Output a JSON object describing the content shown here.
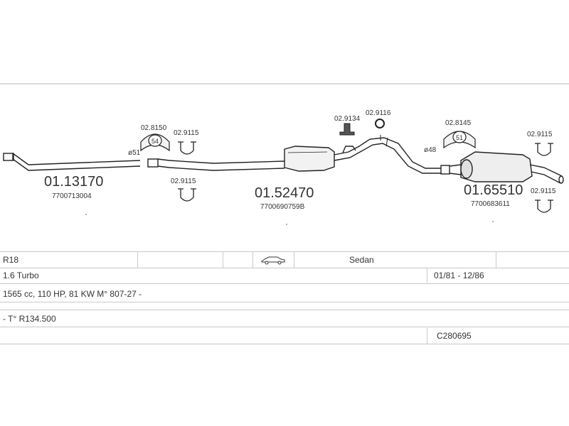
{
  "parts": {
    "front_pipe": {
      "number": "01.13170",
      "oem": "7700713004"
    },
    "middle_silencer": {
      "number": "01.52470",
      "oem": "7700690759B"
    },
    "rear_silencer": {
      "number": "01.65510",
      "oem": "7700683611"
    }
  },
  "accessories": {
    "gasket_front": {
      "number": "02.8150",
      "size": "54"
    },
    "clamp_1": "02.9115",
    "clamp_2": "02.9115",
    "hanger_1": "02.9134",
    "hanger_2": "02.9116",
    "gasket_rear": {
      "number": "02.8145",
      "size": "51"
    },
    "clamp_3": "02.9115",
    "clamp_4": "02.9115"
  },
  "diameters": {
    "front": "ø51",
    "rear": "ø48"
  },
  "vehicle": {
    "model": "R18",
    "body": "Sedan",
    "body_icon": "sedan-car-icon",
    "engine": "1.6 Turbo",
    "years": "01/81 - 12/86",
    "specs": "1565 cc, 110 HP, 81 KW M° 807-27 -",
    "type": "- T° R134.500",
    "code": "C280695"
  }
}
